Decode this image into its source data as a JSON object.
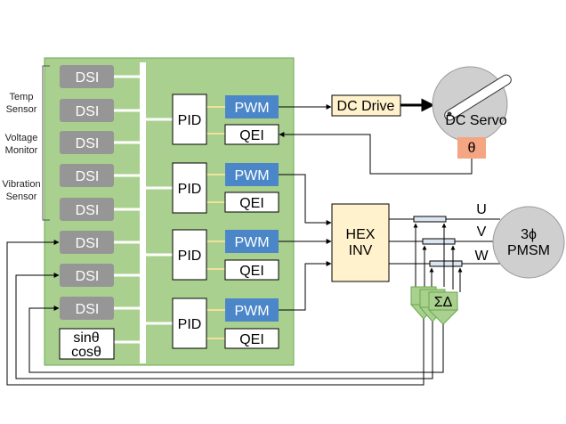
{
  "sensors": {
    "temp": [
      "Temp",
      "Sensor"
    ],
    "voltage": [
      "Voltage",
      "Monitor"
    ],
    "vibration": [
      "Vibration",
      "Sensor"
    ]
  },
  "dsi_label": "DSI",
  "trig": [
    "sinθ",
    "cosθ"
  ],
  "pid_label": "PID",
  "pwm_label": "PWM",
  "qei_label": "QEI",
  "dc_drive_label": "DC Drive",
  "dc_servo_label": "DC Servo",
  "theta_label": "θ",
  "hex_inv": [
    "HEX",
    "INV"
  ],
  "phases": [
    "U",
    "V",
    "W"
  ],
  "pmsm": [
    "3ϕ",
    "PMSM"
  ],
  "sigma_delta_label": "ΣΔ",
  "colors": {
    "green_panel": "#a9d08e",
    "green_border": "#6aa84f",
    "dsi_gray": "#969696",
    "pwm_blue": "#4a86c8",
    "dc_drive_fill": "#fff2cc",
    "servo_gray": "#cfcfcf",
    "theta_salmon": "#f4a582",
    "sd_green": "#a9d08e",
    "connector_yellow": "#f1e19b"
  }
}
